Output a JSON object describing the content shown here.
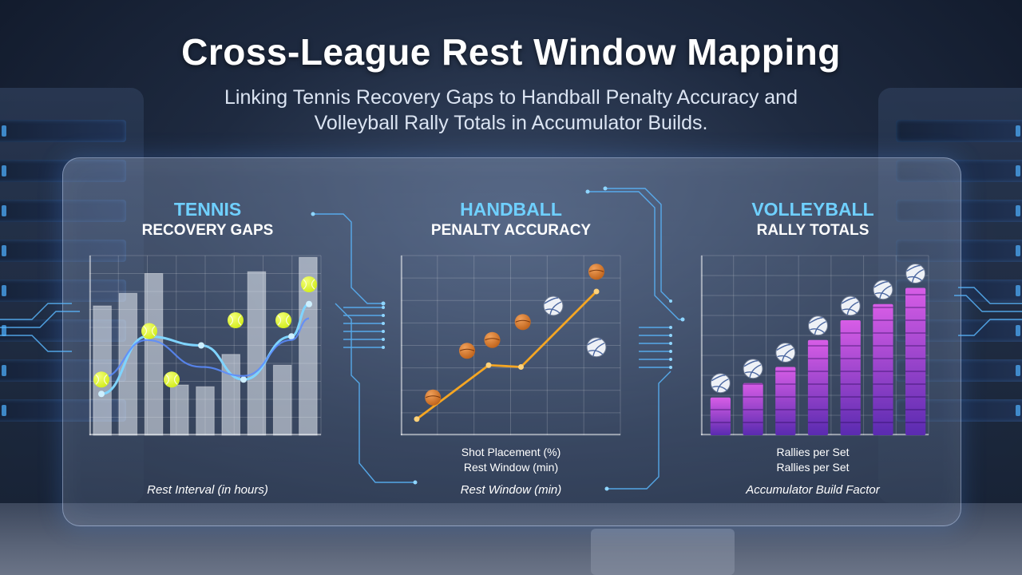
{
  "header": {
    "title": "Cross-League Rest Window Mapping",
    "subtitle_line1": "Linking Tennis Recovery Gaps to Handball Penalty Accuracy and",
    "subtitle_line2": "Volleyball Rally Totals in Accumulator Builds."
  },
  "colors": {
    "tennis_line": "#7fd4ff",
    "tennis_line_2": "#5a8cff",
    "tennis_ball": "#d4ee1f",
    "handball_line": "#f5a623",
    "handball_ball": "#c2661e",
    "volleyball_bar_top": "#d75de6",
    "volleyball_bar_bottom": "#5a2bb0",
    "circuit": "#5ab8ff"
  },
  "chart_data": [
    {
      "type": "bar",
      "id": "tennis",
      "title": "TENNIS",
      "subtitle": "RECOVERY GAPS",
      "xlabel": "Rest Interval (in hours)",
      "ylim": [
        0,
        100
      ],
      "bars": [
        72,
        79,
        90,
        28,
        27,
        45,
        91,
        39,
        99
      ],
      "series": [
        {
          "values": [
            23,
            55,
            50,
            31,
            55,
            73
          ]
        },
        {
          "values": [
            32,
            53,
            38,
            33,
            53,
            65
          ]
        }
      ],
      "balls": [
        31,
        58,
        31,
        64,
        64,
        84
      ],
      "icon": "tennis-ball-icon"
    },
    {
      "type": "line",
      "id": "handball",
      "title": "HANDBALL",
      "subtitle": "PENALTY ACCURACY",
      "ylabel": "Shot Placement (%)",
      "xlabel_1": "Rest Window (min)",
      "xlabel_2": "Rest Window (min)",
      "ylim": [
        0,
        100
      ],
      "series": [
        {
          "values": [
            9,
            39,
            38,
            80
          ]
        }
      ],
      "points": [
        {
          "x": 9,
          "y": 21,
          "icon": "handball-icon"
        },
        {
          "x": 28,
          "y": 47,
          "icon": "handball-icon"
        },
        {
          "x": 42,
          "y": 53,
          "icon": "handball-icon"
        },
        {
          "x": 59,
          "y": 63,
          "icon": "handball-icon"
        },
        {
          "x": 76,
          "y": 72,
          "icon": "volleyball-icon"
        },
        {
          "x": 100,
          "y": 49,
          "icon": "volleyball-icon"
        },
        {
          "x": 100,
          "y": 91,
          "icon": "handball-icon"
        }
      ],
      "xlim": [
        0,
        100
      ]
    },
    {
      "type": "bar",
      "id": "volleyball",
      "title": "VOLLEYBALL",
      "subtitle": "RALLY TOTALS",
      "ylabel_1": "Rallies per Set",
      "ylabel_2": "Rallies per Set",
      "xlabel": "Accumulator Build Factor",
      "ylim": [
        0,
        100
      ],
      "values": [
        21,
        29,
        38,
        53,
        64,
        73,
        82
      ],
      "icon": "volleyball-icon"
    }
  ]
}
